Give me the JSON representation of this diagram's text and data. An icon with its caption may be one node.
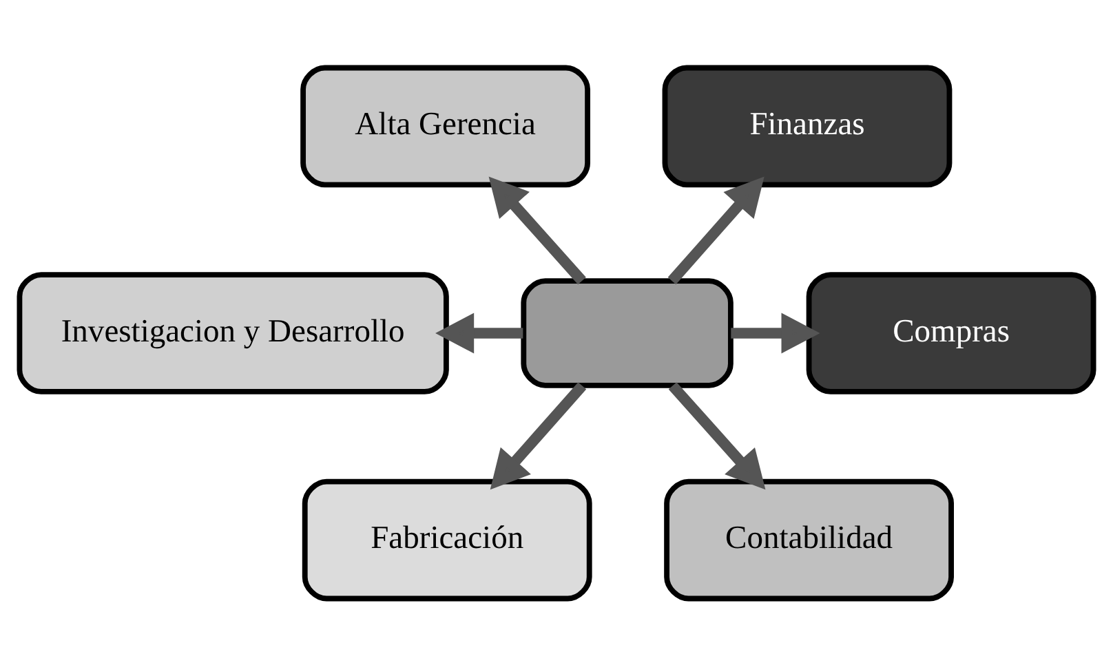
{
  "diagram": {
    "nodes": [
      {
        "text": [
          "Alta Gerencia"
        ]
      },
      {
        "text": [
          "Finanzas"
        ]
      },
      {
        "text": [
          "Investigacion y Desarrollo"
        ]
      },
      {
        "text": [],
        "shape": "box"
      },
      {
        "text": [
          "Compras"
        ]
      },
      {
        "text": [
          "Fabricación"
        ]
      },
      {
        "text": [
          "Contabilidad"
        ]
      }
    ],
    "edges": [
      {
        "from": 3,
        "to": 0,
        "arrow": "to"
      },
      {
        "from": 3,
        "to": 1,
        "arrow": "to"
      },
      {
        "from": 3,
        "to": 2,
        "arrow": "to"
      },
      {
        "from": 3,
        "to": 4,
        "arrow": "to"
      },
      {
        "from": 3,
        "to": 5,
        "arrow": "to"
      },
      {
        "from": 3,
        "to": 6,
        "arrow": "to"
      }
    ]
  }
}
